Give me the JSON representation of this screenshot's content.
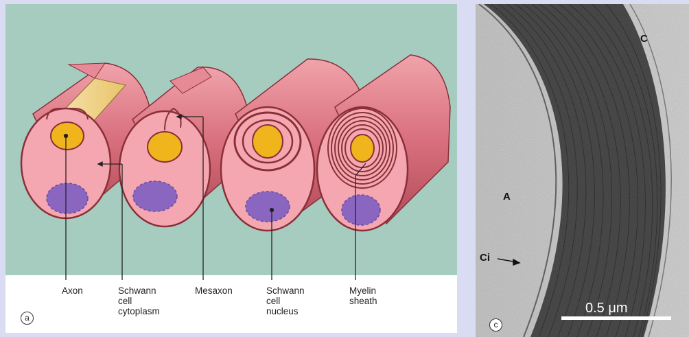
{
  "panel_a": {
    "badge": "a",
    "labels": {
      "axon": "Axon",
      "schwann_cytoplasm": "Schwann\ncell\ncytoplasm",
      "mesaxon": "Mesaxon",
      "schwann_nucleus": "Schwann\ncell\nnucleus",
      "myelin_sheath": "Myelin\nsheath"
    }
  },
  "panel_c": {
    "badge": "c",
    "label_c": "C",
    "label_a": "A",
    "label_ci": "Ci",
    "scale_bar": "0.5 μm"
  },
  "colors": {
    "background": "#a6ccc0",
    "cell_pink": "#f4a7b0",
    "cell_outline": "#8a2f38",
    "axon_yellow": "#f0b51c",
    "nucleus_purple": "#8a66c0"
  }
}
